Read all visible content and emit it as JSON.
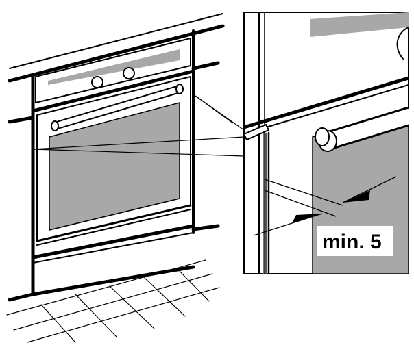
{
  "diagram": {
    "callout_label": "min. 5",
    "colors": {
      "line": "#000000",
      "panel_grey": "#a8a8a8",
      "background": "#ffffff"
    },
    "icons": [
      "oven-illustration",
      "detail-magnifier",
      "dimension-arrow"
    ]
  }
}
